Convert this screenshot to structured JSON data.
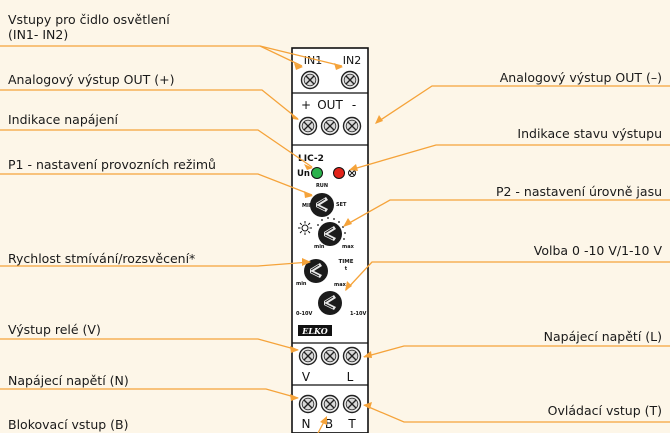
{
  "callouts_left": [
    {
      "line1": "Vstupy pro čidlo osvětlení",
      "line2": "(IN1- IN2)"
    },
    {
      "line1": "Analogový výstup OUT (+)"
    },
    {
      "line1": "Indikace napájení"
    },
    {
      "line1": "P1 - nastavení provozních režimů"
    },
    {
      "line1": "Rychlost stmívání/rozsvěcení*"
    },
    {
      "line1": "Výstup relé (V)"
    },
    {
      "line1": "Napájecí napětí (N)"
    },
    {
      "line1": "Blokovací vstup (B)"
    }
  ],
  "callouts_right": [
    {
      "line1": "Analogový výstup OUT (–)"
    },
    {
      "line1": "Indikace stavu výstupu"
    },
    {
      "line1": "P2 - nastavení úrovně jasu"
    },
    {
      "line1": "Volba 0 -10 V/1-10 V"
    },
    {
      "line1": "Napájecí napětí (L)"
    },
    {
      "line1": "Ovládací vstup (T)"
    }
  ],
  "device": {
    "in1": "IN1",
    "in2": "IN2",
    "out_plus": "+",
    "out_label": "OUT",
    "out_minus": "-",
    "model": "LIC-2",
    "un": "Un",
    "run": "RUN",
    "min": "MIN",
    "set": "SET",
    "p2_min": "min",
    "p2_max": "max",
    "time": "TIME",
    "time_t": "t",
    "time_min": "min",
    "time_max": "max",
    "v010": "0-10V",
    "v110": "1-10V",
    "brand": "ELKO",
    "v": "V",
    "l": "L",
    "n": "N",
    "b": "B",
    "t": "T"
  },
  "colors": {
    "callout_line": "#f5a33a",
    "background": "#fdf6e8",
    "led_un": "#2bb24c",
    "led_status": "#e2231a"
  }
}
